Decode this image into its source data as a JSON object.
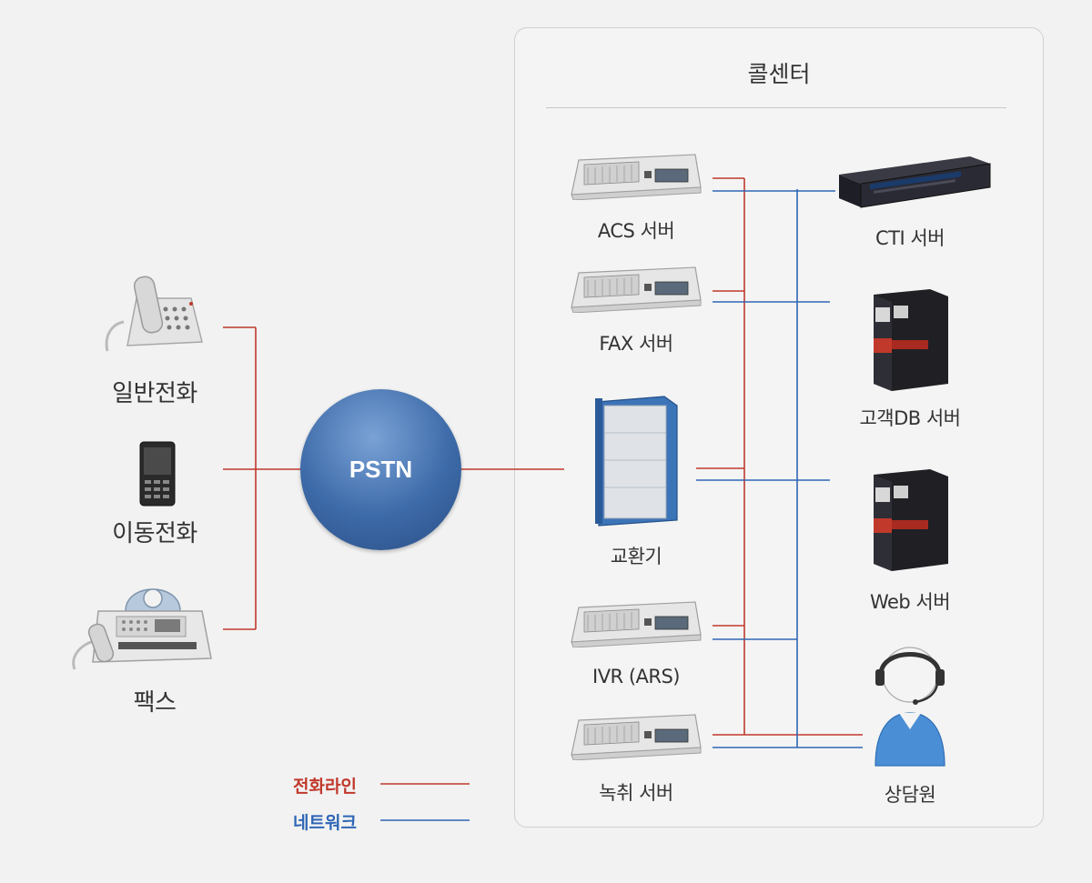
{
  "diagram": {
    "callcenter_title": "콜센터",
    "pstn_label": "PSTN",
    "endpoints": {
      "landline": "일반전화",
      "mobile": "이동전화",
      "fax": "팩스"
    },
    "servers": {
      "acs": "ACS 서버",
      "fax": "FAX 서버",
      "pbx": "교환기",
      "ivr": "IVR (ARS)",
      "recording": "녹취 서버",
      "cti": "CTI 서버",
      "customer_db": "고객DB 서버",
      "web": "Web 서버",
      "agent": "상담원"
    },
    "legend": {
      "phone_line": "전화라인",
      "network": "네트워크"
    }
  },
  "colors": {
    "phone_line": "#c0392b",
    "network": "#2e66b5",
    "background": "#f2f2f2",
    "pstn": "#3d6aa8"
  }
}
